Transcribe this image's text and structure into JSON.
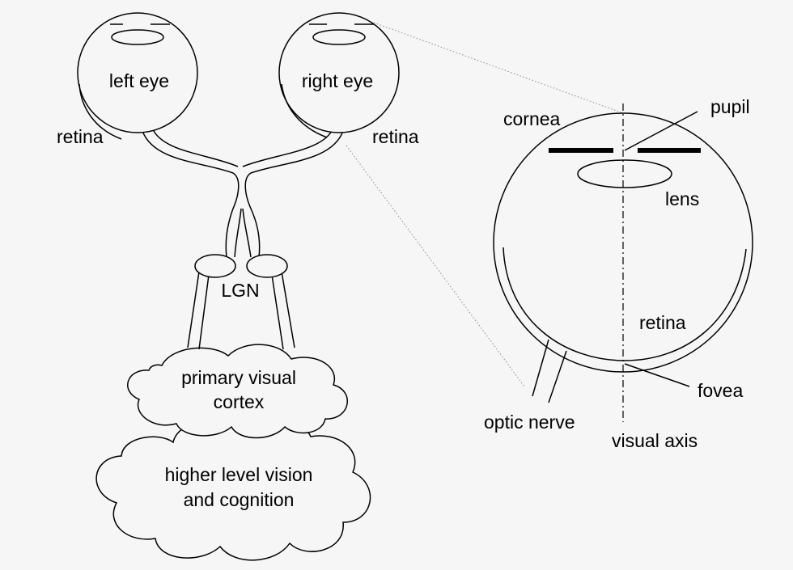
{
  "labels": {
    "left_eye": "left eye",
    "right_eye": "right eye",
    "retina_left": "retina",
    "retina_right": "retina",
    "lgn": "LGN",
    "primary_cortex_line1": "primary visual",
    "primary_cortex_line2": "cortex",
    "higher_line1": "higher level vision",
    "higher_line2": "and cognition",
    "cornea": "cornea",
    "pupil": "pupil",
    "lens": "lens",
    "retina_detail": "retina",
    "fovea": "fovea",
    "optic_nerve": "optic nerve",
    "visual_axis": "visual axis"
  },
  "colors": {
    "background": "#f6f6f6",
    "stroke": "#000000",
    "zoom_guides": "#8a8a8a"
  }
}
